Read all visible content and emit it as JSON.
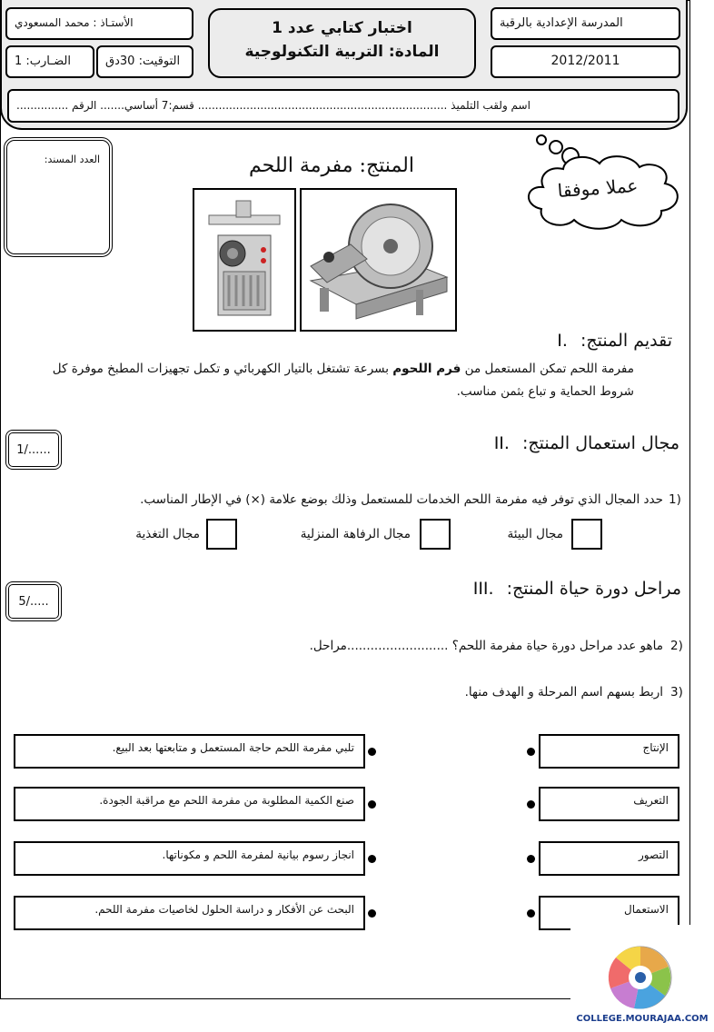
{
  "header": {
    "school": "المدرسة الإعدادية بالرقبة",
    "year": "2012/2011",
    "exam_title": "اختبار كتابي عدد 1",
    "subject": "المادة: التربية التكنولوجية",
    "teacher": "الأستـاذ : محمد المسعودي",
    "duration": "التوقيت: 30دق",
    "coefficient": "الضـارب: 1",
    "student_line": "اسم ولقب التلميذ ........................................................................ قسم:7 أساسي....... الرقم ..............."
  },
  "grade_box_label": "العدد المسند:",
  "product_heading": "المنتج: مفرمة اللحم",
  "cloud_text": "عملا موفقا",
  "section1": {
    "number": ".I",
    "title": "تقديم المنتج:",
    "para_a": "مفرمة اللحم  تمكن المستعمل من ",
    "para_bold": "فرم اللحوم",
    "para_b": " بسرعة تشتغل بالتيار الكهربائي و تكمل تجهيزات المطبخ موفرة كل شروط الحماية و تباع بثمن مناسب."
  },
  "section2": {
    "number": ".II",
    "title": "مجال استعمال المنتج:",
    "score": "1/......",
    "q_num": "1)",
    "question": "حدد المجال الذي توفر فيه مفرمة اللحم الخدمات للمستعمل وذلك بوضع علامة (×) في الإطار المناسب.",
    "options": [
      "مجال البيئة",
      "مجال الرفاهة المنزلية",
      "مجال التغذية"
    ]
  },
  "section3": {
    "number": ".III",
    "title": "مراحل دورة حياة المنتج:",
    "score": "5/.....",
    "q2_num": "2)",
    "q2": "ماهو عدد مراحل دورة حياة مفرمة اللحم؟  ..........................مراحل.",
    "q3_num": "3)",
    "q3": "اربط بسهم اسم المرحلة و الهدف منها.",
    "stages": [
      "الإنتاج",
      "التعريف",
      "التصور",
      "الاستعمال"
    ],
    "goals": [
      "تلبي مفرمة اللحم حاجة المستعمل و متابعتها بعد البيع.",
      "صنع الكمية المطلوبة من مفرمة اللحم مع مراقبة الجودة.",
      "انجاز رسوم بيانية لمفرمة اللحم و مكوناتها.",
      "البحث عن الأفكار و دراسة الحلول لخاصيات مفرمة اللحم."
    ]
  },
  "watermark": "COLLEGE.MOURAJAA.COM"
}
